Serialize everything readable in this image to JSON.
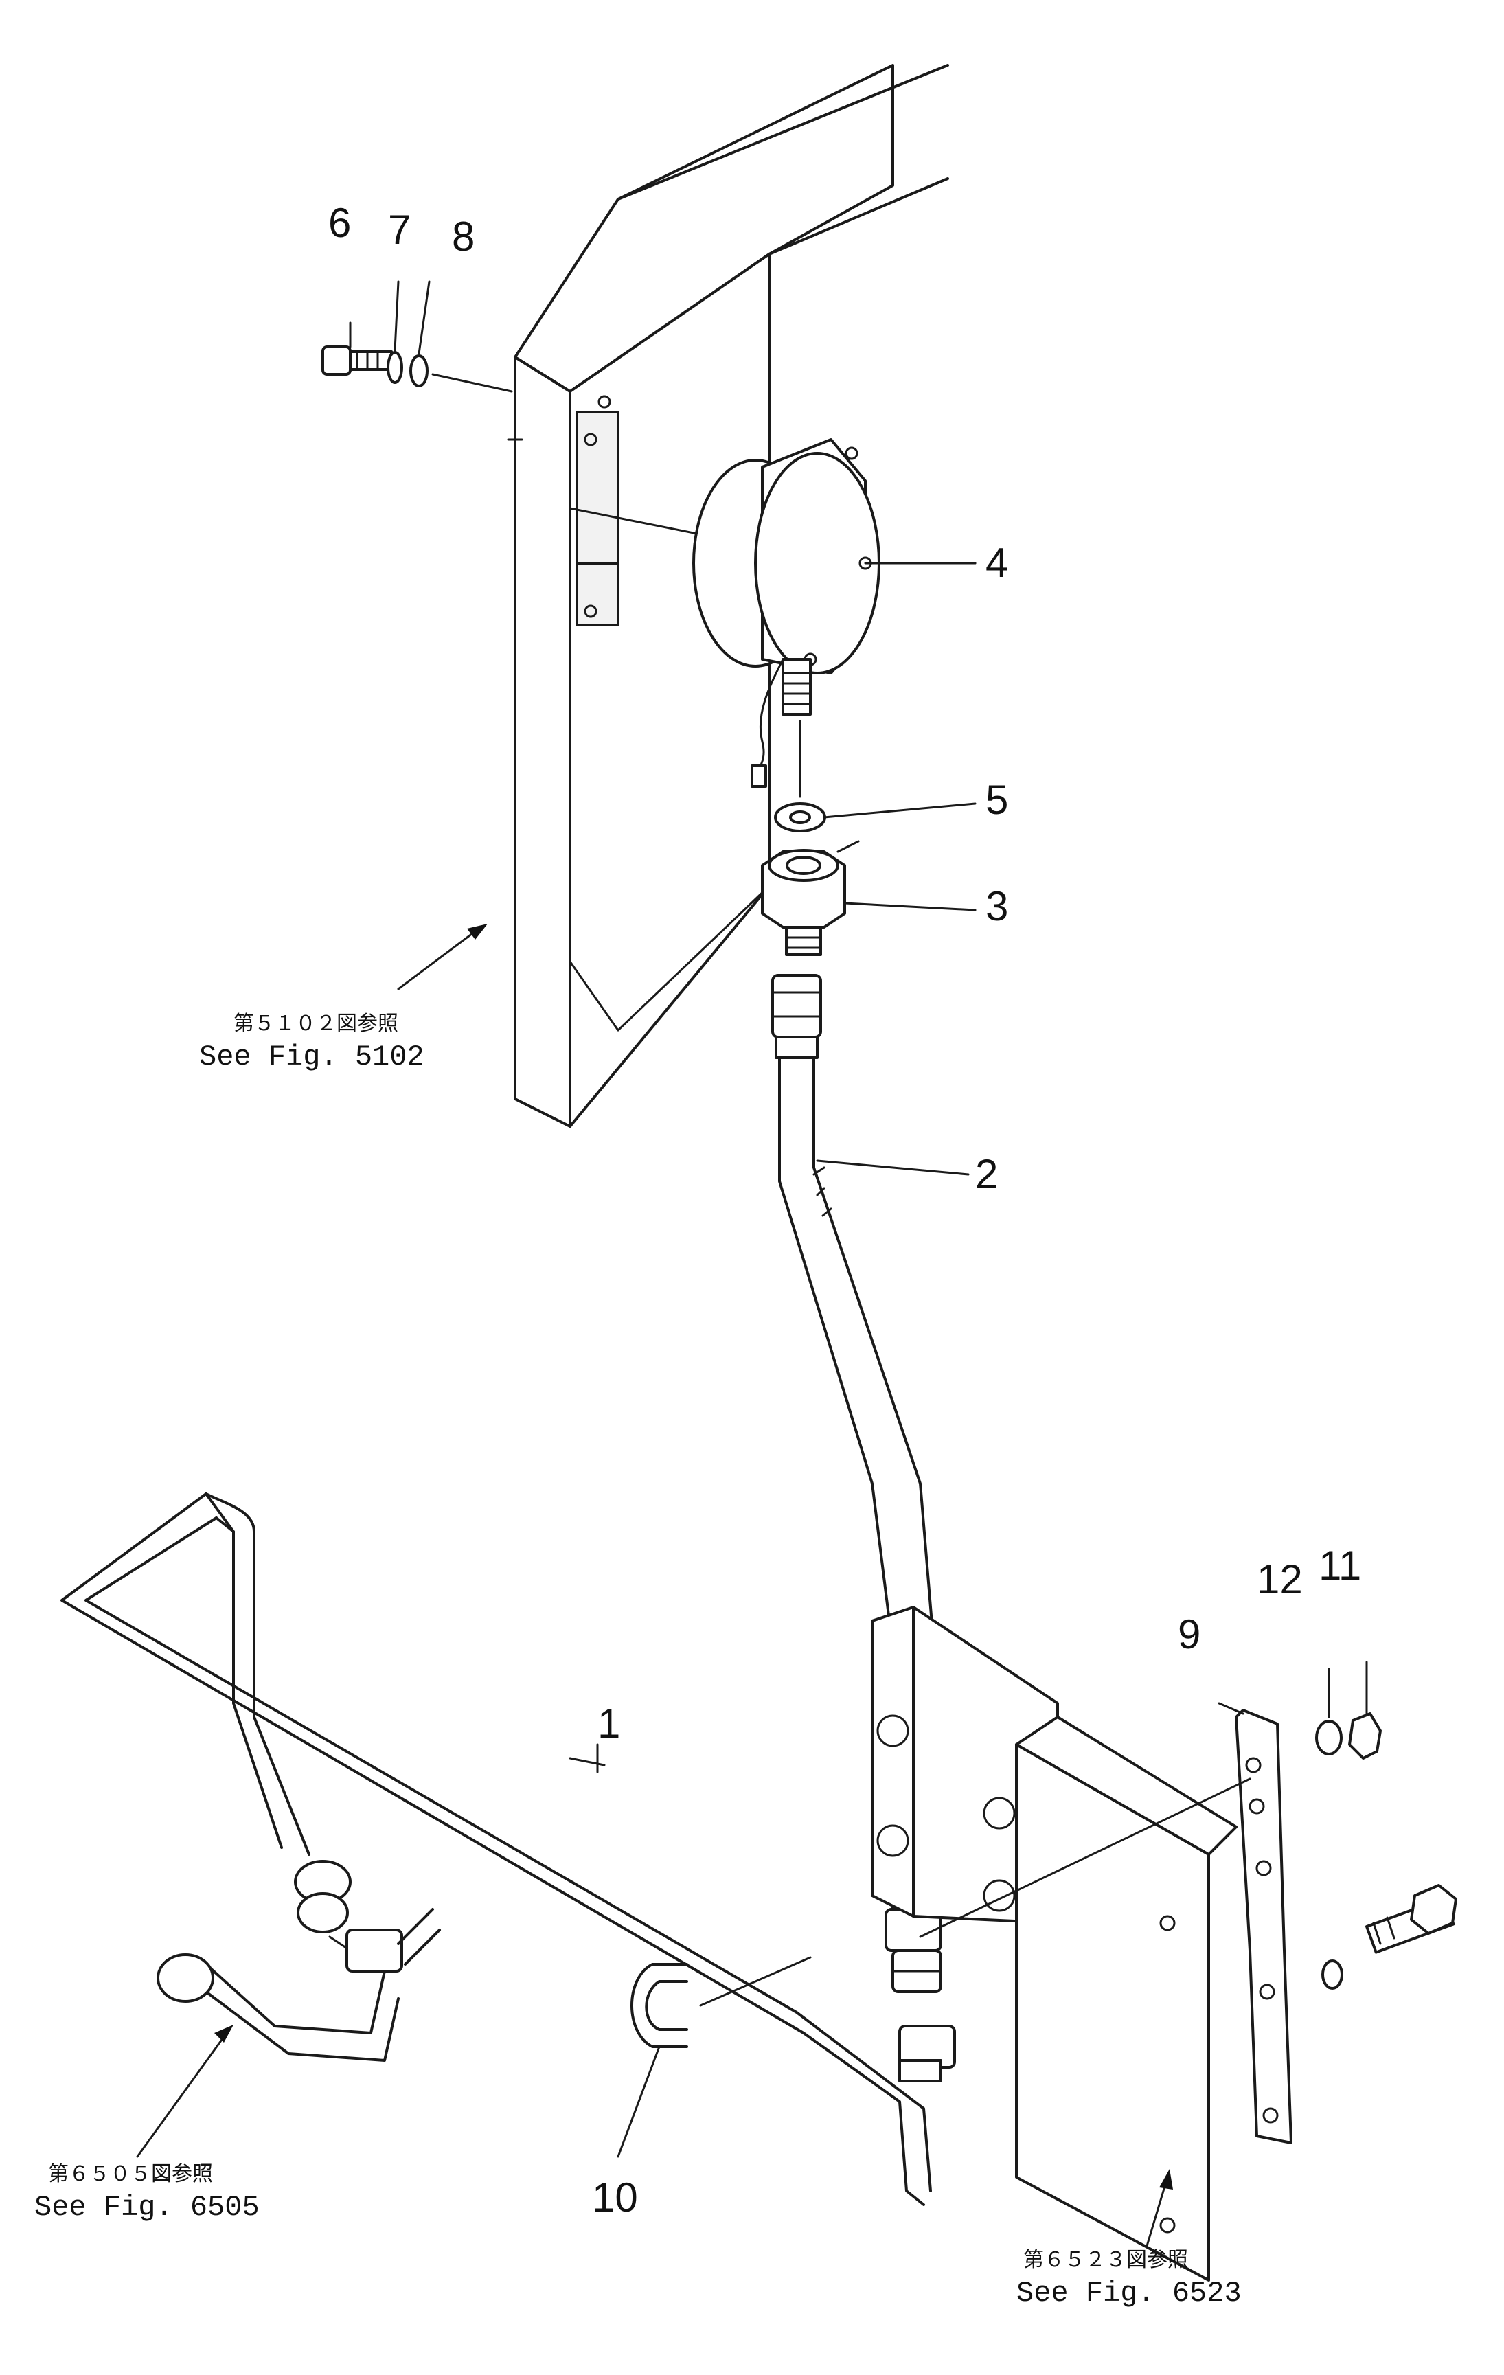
{
  "parts": [
    {
      "id": "1",
      "label": "1"
    },
    {
      "id": "2",
      "label": "2"
    },
    {
      "id": "3",
      "label": "3"
    },
    {
      "id": "4",
      "label": "4"
    },
    {
      "id": "5",
      "label": "5"
    },
    {
      "id": "6",
      "label": "6"
    },
    {
      "id": "7",
      "label": "7"
    },
    {
      "id": "8",
      "label": "8"
    },
    {
      "id": "9",
      "label": "9"
    },
    {
      "id": "10",
      "label": "10"
    },
    {
      "id": "11",
      "label": "11"
    },
    {
      "id": "12",
      "label": "12"
    }
  ],
  "references": [
    {
      "jp": "第５１０２図参照",
      "en": "See Fig. 5102"
    },
    {
      "jp": "第６５０５図参照",
      "en": "See Fig. 6505"
    },
    {
      "jp": "第６５２３図参照",
      "en": "See Fig. 6523"
    }
  ]
}
